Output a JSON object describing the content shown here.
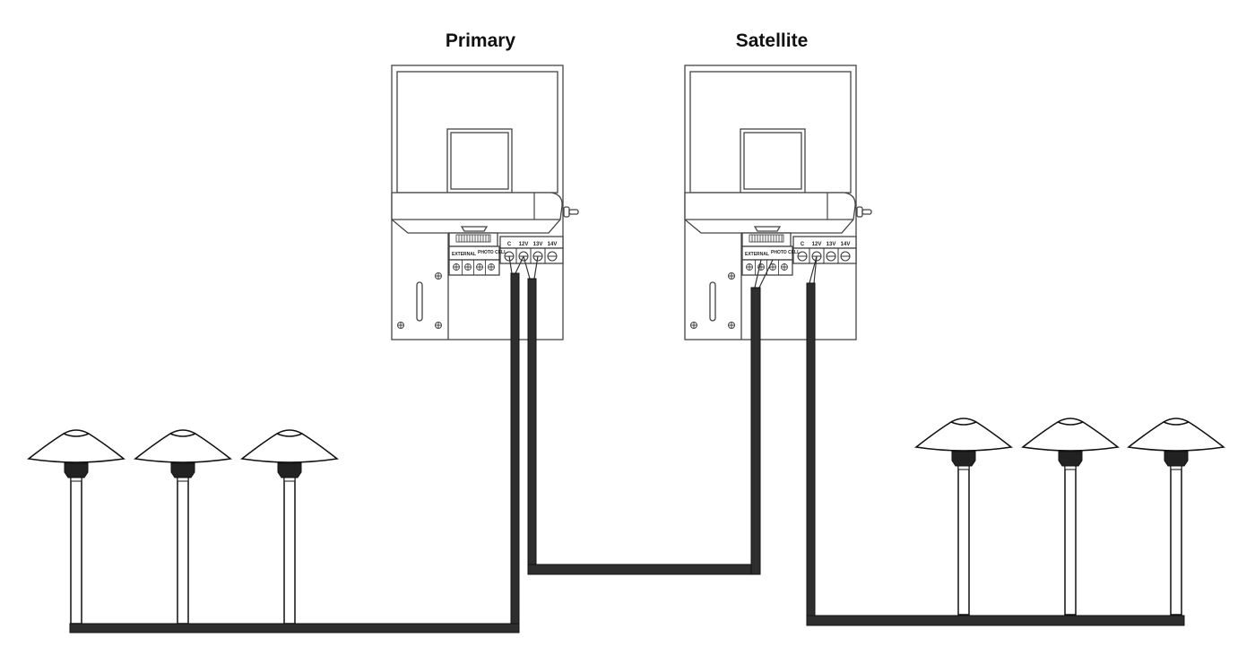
{
  "labels": {
    "primary": "Primary",
    "satellite": "Satellite"
  },
  "transformer": {
    "terminals": [
      "C",
      "12V",
      "13V",
      "14V"
    ],
    "external_label": "EXTERNAL",
    "photocell_label": "PHOTO CELL"
  },
  "colors": {
    "cable": "#2e2e2e",
    "line": "#444444"
  }
}
